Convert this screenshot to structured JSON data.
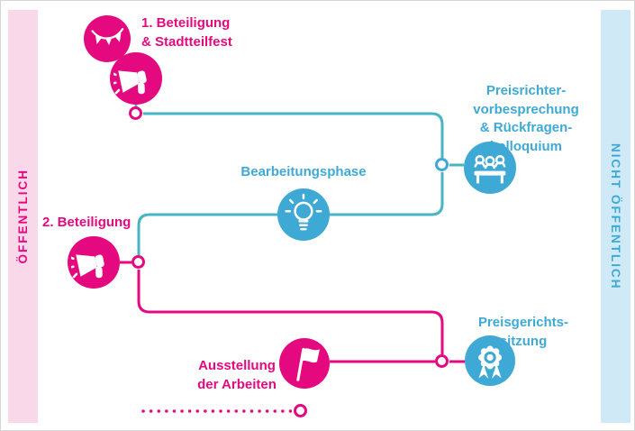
{
  "bands": {
    "left_label": "ÖFFENTLICH",
    "right_label": "NICHT ÖFFENTLICH"
  },
  "steps": {
    "beteiligung1": {
      "lines": [
        "1. Beteiligung",
        "& Stadtteilfest"
      ]
    },
    "preisrichter": {
      "lines": [
        "Preisrichter-",
        "vorbesprechung",
        "& Rückfragen-",
        "kolloquium"
      ]
    },
    "bearbeitungsphase": {
      "label": "Bearbeitungsphase"
    },
    "beteiligung2": {
      "label": "2. Beteiligung"
    },
    "preisgericht": {
      "lines": [
        "Preisgerichts-",
        "sitzung"
      ]
    },
    "ausstellung": {
      "lines": [
        "Ausstellung",
        "der Arbeiten"
      ]
    }
  },
  "icons": {
    "beteiligung1": [
      "bunting-icon",
      "megaphone-icon"
    ],
    "preisrichter": "committee-people-icon",
    "bearbeitungsphase": "lightbulb-icon",
    "beteiligung2": "megaphone-icon",
    "preisgericht": "award-rosette-icon",
    "ausstellung": "flag-icon"
  },
  "colors": {
    "pink": "#e5097f",
    "pinkLight": "#f9d9e9",
    "blue": "#3fa9d5",
    "blueLight": "#cfeaf6",
    "teal": "#46b4c3"
  }
}
